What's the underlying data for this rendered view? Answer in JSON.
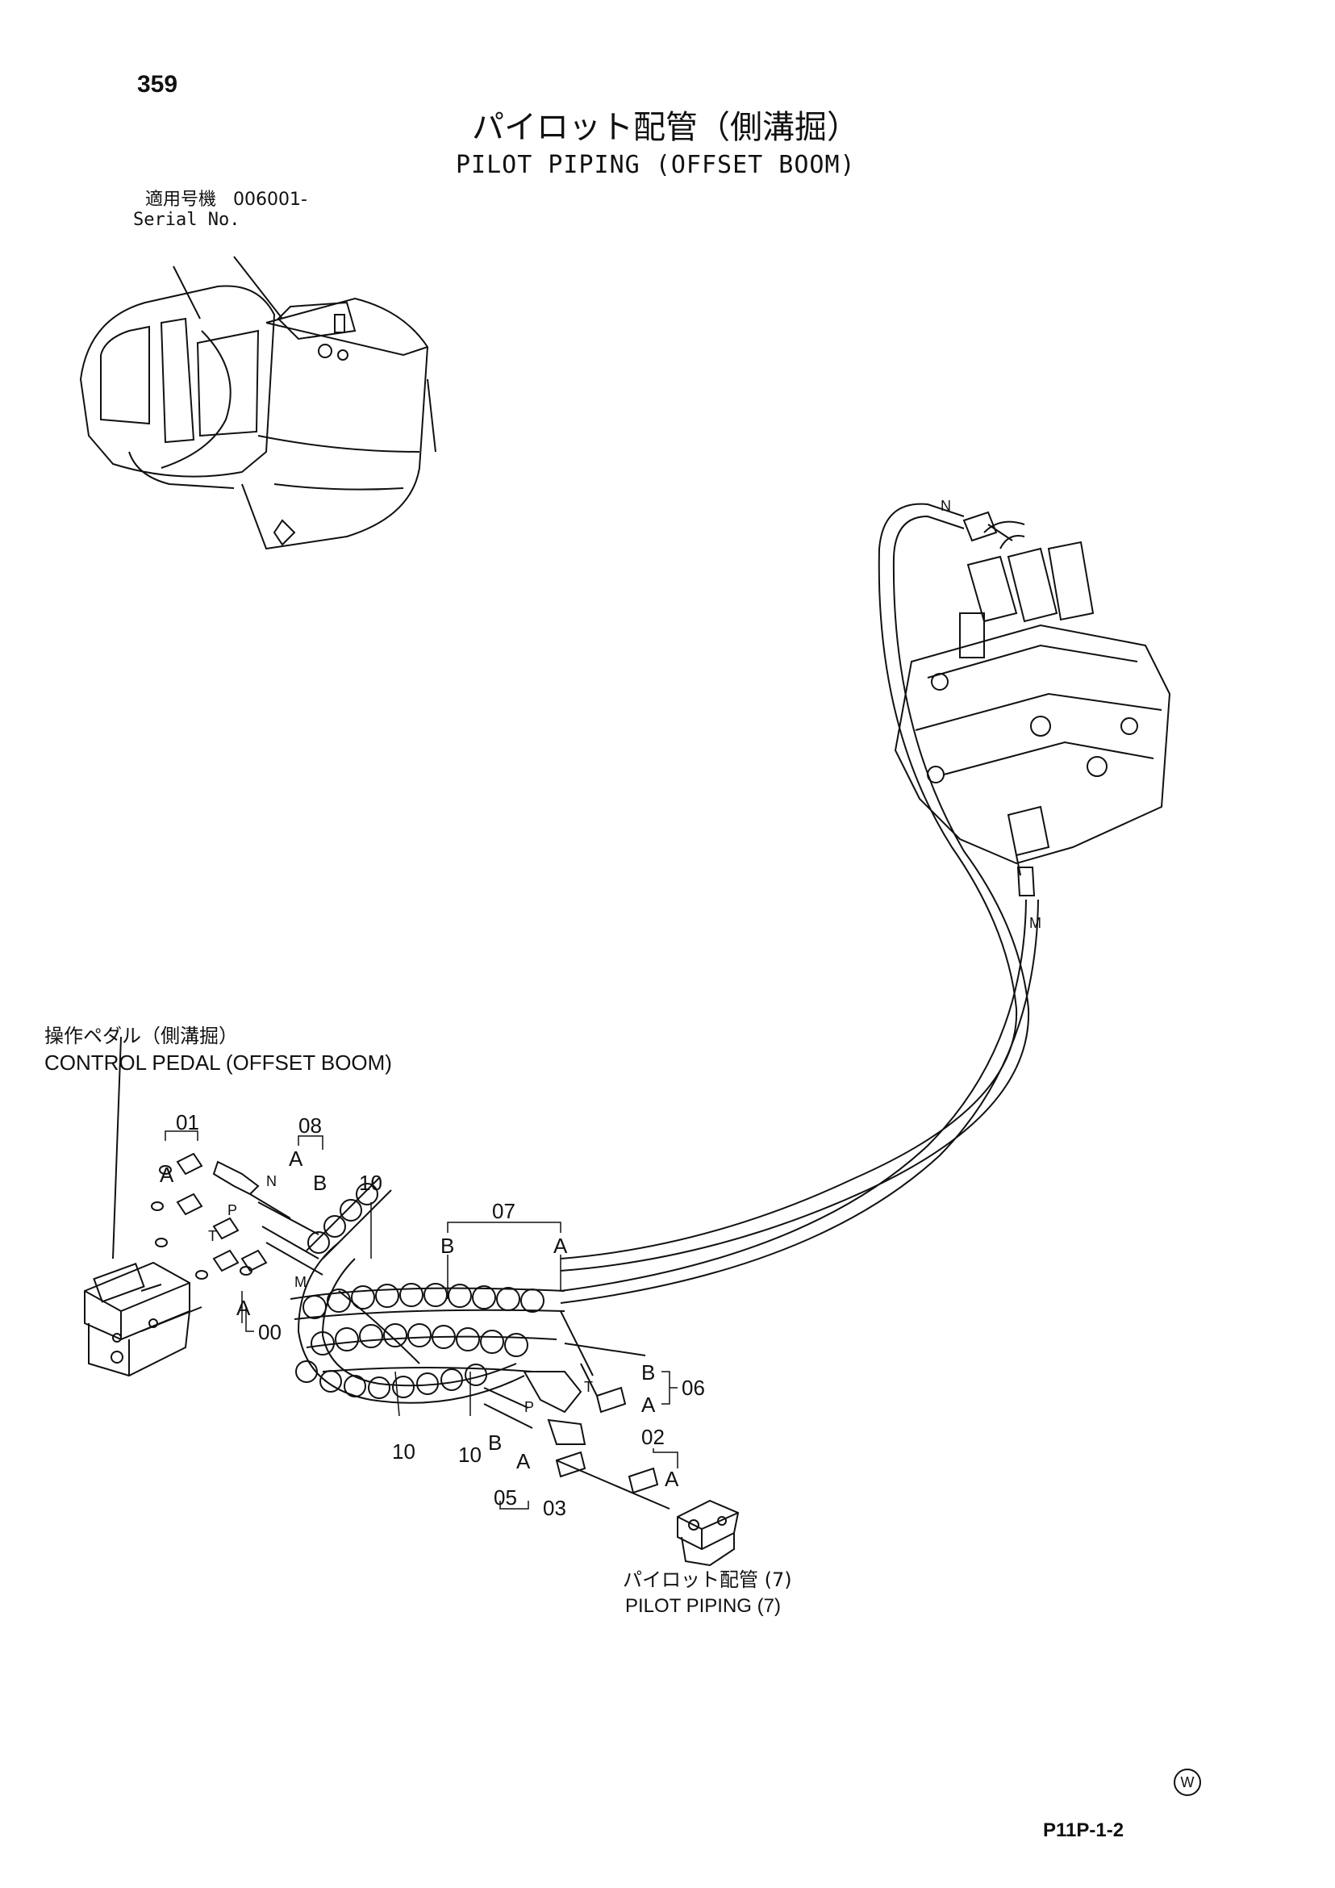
{
  "page_number": "359",
  "title_jp": "パイロット配管（側溝掘）",
  "title_en": "PILOT PIPING (OFFSET BOOM)",
  "serial": {
    "label_jp": "適用号機",
    "value": "006001-",
    "label_en": "Serial No."
  },
  "control_pedal": {
    "label_jp": "操作ペダル（側溝掘）",
    "label_en": "CONTROL PEDAL (OFFSET BOOM)"
  },
  "reference": {
    "label_jp": "パイロット配管 (7)",
    "label_en": "PILOT PIPING (7)"
  },
  "callouts": {
    "c01": "01",
    "c08": "08",
    "c10a": "10",
    "c07": "07",
    "c00": "00",
    "c06": "06",
    "c02": "02",
    "c10b": "10",
    "c10c": "10",
    "c05": "05",
    "c03": "03"
  },
  "port_letters": {
    "A": "A",
    "B": "B",
    "N": "N",
    "M": "M",
    "P": "P",
    "T": "T"
  },
  "footer_code": "P11P-1-2",
  "corner_mark": "W"
}
